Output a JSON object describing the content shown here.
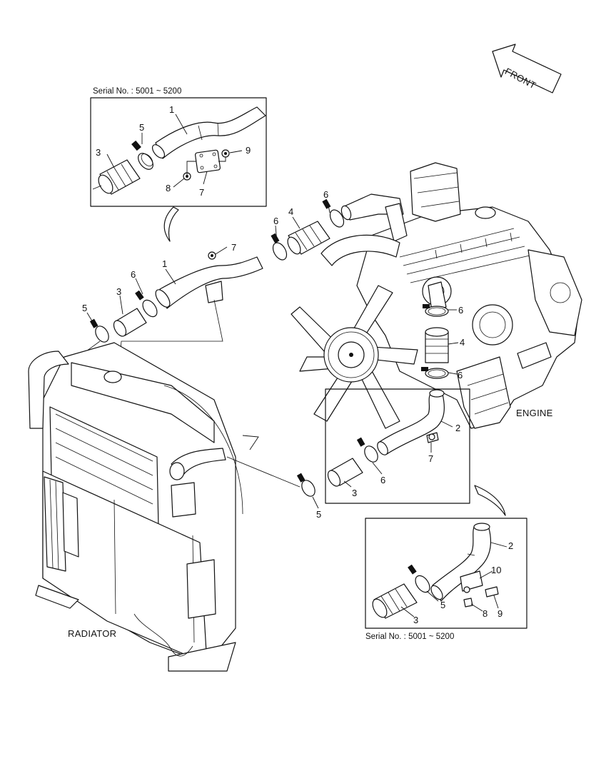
{
  "figure": {
    "front_label": "FRONT",
    "engine_label": "ENGINE",
    "radiator_label": "RADIATOR",
    "inset_top_serial": "Serial No. : 5001 ~ 5200",
    "inset_bottom_serial": "Serial No. : 5001 ~ 5200"
  },
  "callouts": {
    "inset_top": [
      "1",
      "5",
      "3",
      "9",
      "8",
      "7"
    ],
    "main_upper": [
      "6",
      "4",
      "6",
      "7",
      "1",
      "6",
      "3",
      "5"
    ],
    "main_engine": [
      "6",
      "4",
      "6"
    ],
    "inset_middle": [
      "2",
      "7",
      "6",
      "3",
      "5"
    ],
    "inset_bottom": [
      "2",
      "10",
      "5",
      "3",
      "8",
      "9"
    ]
  }
}
